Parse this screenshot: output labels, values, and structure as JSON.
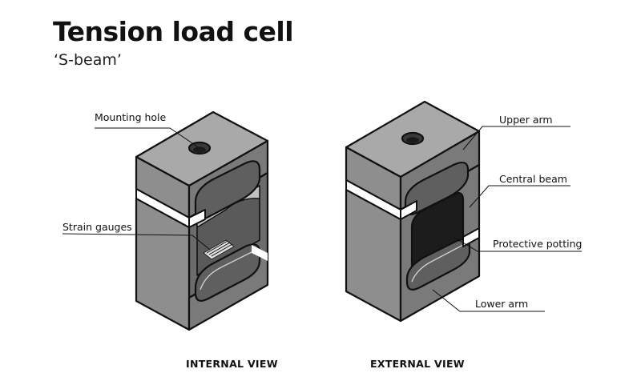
{
  "title": "Tension load cell",
  "subtitle": "‘S-beam’",
  "internal": {
    "caption": "INTERNAL VIEW",
    "labels": {
      "mounting_hole": "Mounting hole",
      "strain_gauges": "Strain gauges"
    }
  },
  "external": {
    "caption": "EXTERNAL VIEW",
    "labels": {
      "upper_arm": "Upper arm",
      "central_beam": "Central beam",
      "protective_potting": "Protective potting",
      "lower_arm": "Lower arm"
    }
  },
  "colors": {
    "front": "#8e8e8e",
    "side": "#7a7a7a",
    "top": "#a9a9a9",
    "cavity": "#5f5f5f",
    "potting": "#1c1c1c",
    "outline": "#111111"
  }
}
